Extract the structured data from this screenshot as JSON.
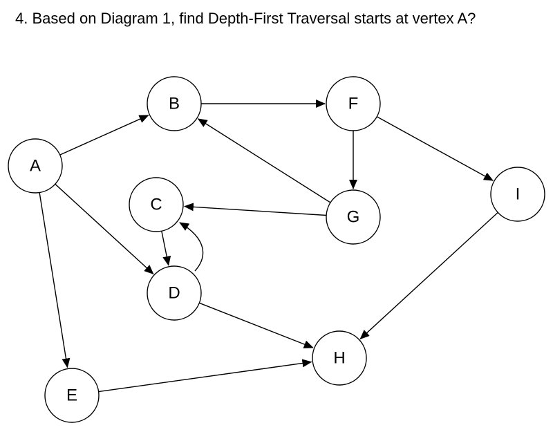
{
  "question": "4. Based on Diagram 1, find Depth-First Traversal starts at vertex A?",
  "graph": {
    "directed": true,
    "vertices": [
      "A",
      "B",
      "C",
      "D",
      "E",
      "F",
      "G",
      "H",
      "I"
    ],
    "edges": [
      [
        "A",
        "B"
      ],
      [
        "A",
        "D"
      ],
      [
        "A",
        "E"
      ],
      [
        "B",
        "F"
      ],
      [
        "F",
        "G"
      ],
      [
        "F",
        "I"
      ],
      [
        "G",
        "B"
      ],
      [
        "G",
        "C"
      ],
      [
        "C",
        "D"
      ],
      [
        "D",
        "C"
      ],
      [
        "D",
        "H"
      ],
      [
        "E",
        "H"
      ],
      [
        "I",
        "H"
      ]
    ]
  }
}
